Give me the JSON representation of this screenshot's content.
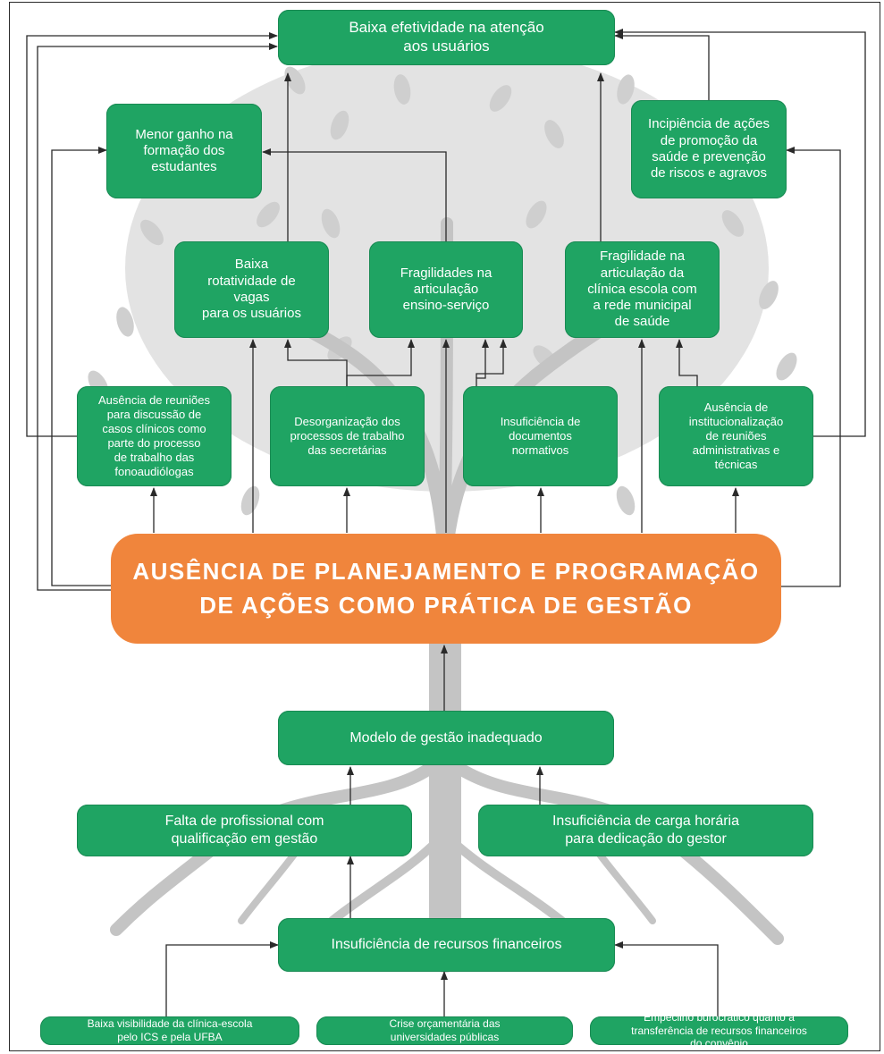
{
  "colors": {
    "box_green": "#1fa463",
    "core_orange": "#f0853c",
    "connector": "#2a2a2a",
    "tree_gray": "#bdbdbd"
  },
  "diagram": {
    "effects": {
      "top": "Baixa efetividade na atenção\naos usuários",
      "menor_ganho": "Menor ganho na\nformação dos\nestudantes",
      "incipiencia": "Incipiência de ações\nde promoção da\nsaúde e prevenção\nde riscos e agravos",
      "baixa_rotatividade": "Baixa\nrotatividade de\nvagas\npara os usuários",
      "fragilidades_ensino": "Fragilidades na\narticulação\nensino-serviço",
      "fragilidade_rede": "Fragilidade na\narticulação da\nclínica escola com\na rede municipal\nde saúde"
    },
    "consequences": {
      "ausencia_reunioes": "Ausência de reuniões\npara discussão de\ncasos clínicos como\nparte do processo\nde trabalho das\nfonoaudiólogas",
      "desorganizacao": "Desorganização dos\nprocessos de trabalho\ndas secretárias",
      "insuficiencia_documentos": "Insuficiência de\ndocumentos\nnormativos",
      "ausencia_institucionalizacao": "Ausência de\ninstitucionalização\nde reuniões\nadministrativas e\ntécnicas"
    },
    "core_problem": "AUSÊNCIA DE PLANEJAMENTO E PROGRAMAÇÃO\nDE AÇÕES COMO PRÁTICA DE GESTÃO",
    "causes": {
      "modelo_gestao": "Modelo de gestão inadequado",
      "falta_profissional": "Falta de profissional com\nqualificação em gestão",
      "insuficiencia_carga": "Insuficiência de carga horária\npara dedicação do gestor",
      "insuficiencia_recursos": "Insuficiência de recursos financeiros",
      "baixa_visibilidade": "Baixa visibilidade da clínica-escola\npelo ICS e pela UFBA",
      "crise_orcamentaria": "Crise orçamentária das\nuniversidades públicas",
      "empecilho_burocratico": "Empecilho burocrático quanto à\ntransferência de recursos financeiros\ndo convênio"
    }
  }
}
